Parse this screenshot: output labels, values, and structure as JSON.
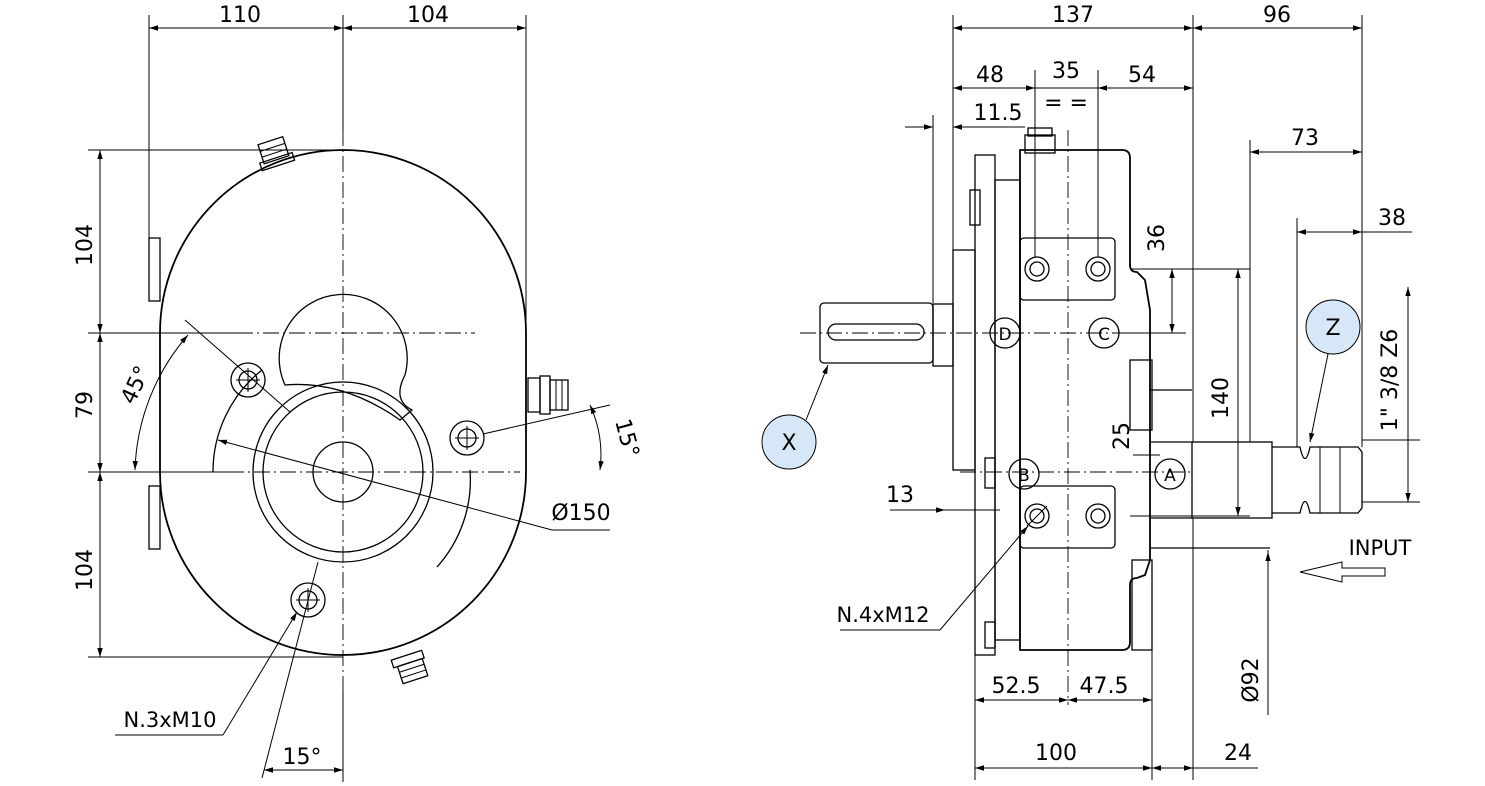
{
  "front_view": {
    "dims": {
      "top_left": "110",
      "top_right": "104",
      "left_top": "104",
      "left_mid": "79",
      "left_bottom": "104",
      "angle_45": "45°",
      "angle_15_right": "15°",
      "angle_15_bottom": "15°",
      "diameter": "Ø150"
    },
    "callouts": {
      "bottom_holes": "N.3xM10"
    }
  },
  "side_view": {
    "dims": {
      "overall": "137",
      "right_overall": "96",
      "d48": "48",
      "d35": "35",
      "d54": "54",
      "equal_marks": "= =",
      "d11_5": "11.5",
      "d73": "73",
      "d38": "38",
      "d36": "36",
      "d140": "140",
      "d25": "25",
      "d13": "13",
      "d52_5": "52.5",
      "d47_5": "47.5",
      "d100": "100",
      "d24": "24",
      "d92": "Ø92",
      "shaft_spec": "1\" 3/8 Z6"
    },
    "callouts": {
      "side_holes": "N.4xM12",
      "input": "INPUT"
    },
    "labels": {
      "A": "A",
      "B": "B",
      "C": "C",
      "D": "D",
      "X": "X",
      "Z": "Z"
    }
  },
  "colors": {
    "line": "#000000",
    "bubble_fill": "#d6e8f7",
    "background": "#ffffff"
  }
}
